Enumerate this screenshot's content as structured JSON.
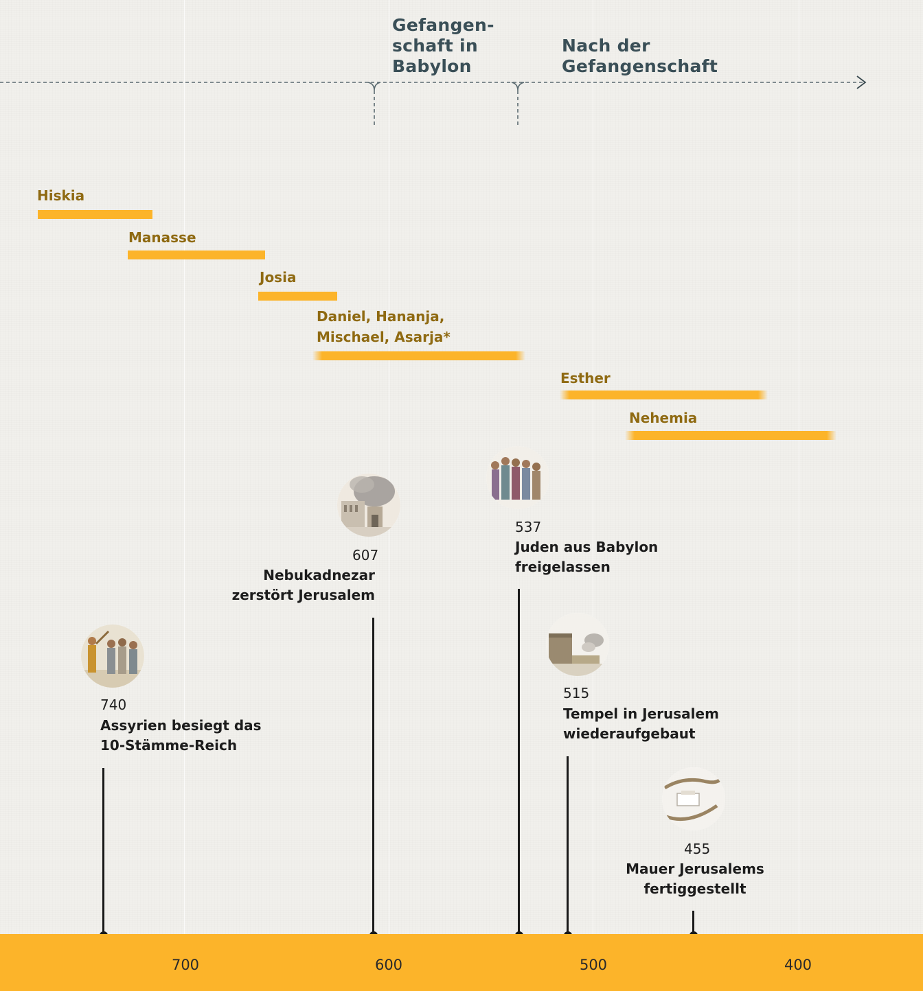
{
  "phases": {
    "captivity": [
      "Gefangen-",
      "schaft in",
      "Babylon"
    ],
    "post_captivity": [
      "Nach der",
      "Gefangenschaft"
    ]
  },
  "ruler": {
    "ticks": [
      "700",
      "600",
      "500",
      "400"
    ]
  },
  "persons": [
    {
      "lines": [
        "Hiskia"
      ]
    },
    {
      "lines": [
        "Manasse"
      ]
    },
    {
      "lines": [
        "Josia"
      ]
    },
    {
      "lines": [
        "Daniel, Hananja,",
        "Mischael, Asarja*"
      ]
    },
    {
      "lines": [
        "Esther"
      ]
    },
    {
      "lines": [
        "Nehemia"
      ]
    }
  ],
  "events": [
    {
      "year": "740",
      "lines": [
        "Assyrien besiegt das",
        "10-Stämme-Reich"
      ],
      "icon": "deportation-picture"
    },
    {
      "year": "607",
      "lines": [
        "Nebukadnezar",
        "zerstört Jerusalem"
      ],
      "icon": "burning-city-picture"
    },
    {
      "year": "537",
      "lines": [
        "Juden aus Babylon",
        "freigelassen"
      ],
      "icon": "freed-people-picture"
    },
    {
      "year": "515",
      "lines": [
        "Tempel in Jerusalem",
        "wiederaufgebaut"
      ],
      "icon": "temple-picture"
    },
    {
      "year": "455",
      "lines": [
        "Mauer Jerusalems",
        "fertiggestellt"
      ],
      "icon": "city-wall-picture"
    }
  ],
  "colors": {
    "accent": "#fcb42a",
    "person_text": "#8f6a12",
    "phase_text": "#3a4f57",
    "background": "#f1f0ec"
  }
}
